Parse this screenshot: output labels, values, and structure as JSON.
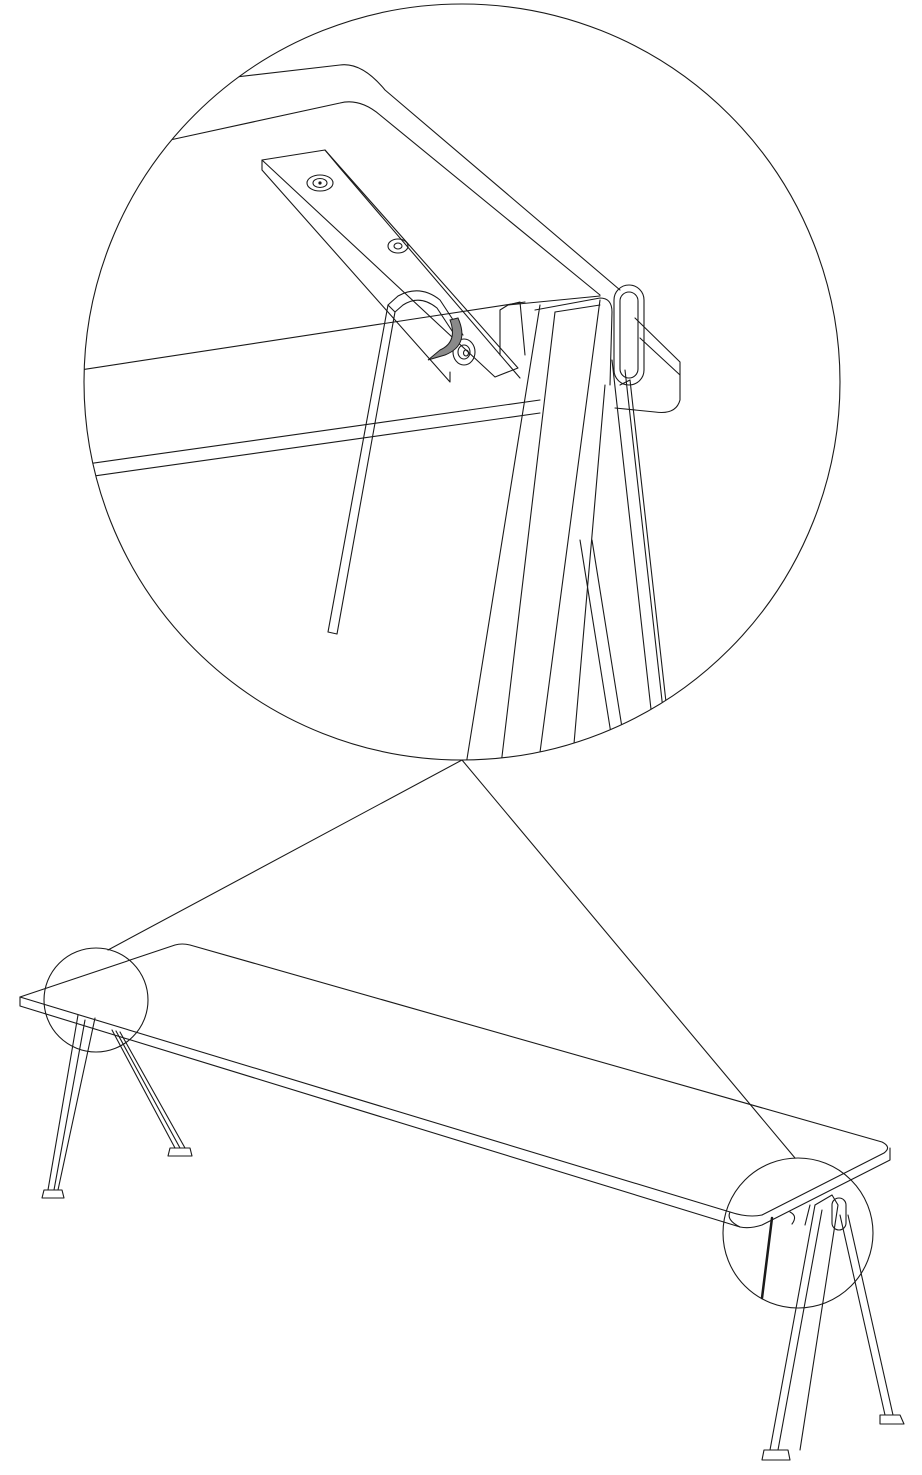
{
  "figure": {
    "kind": "assembly-instruction-line-drawing",
    "text_labels": [],
    "colors": {
      "background": "#ffffff",
      "line": "#1a1a1a",
      "tool_fill": "#8a8a8a"
    },
    "views": [
      {
        "name": "overview",
        "subject": "bench-or-table-with-four-splayed-legs"
      },
      {
        "name": "detail",
        "subject": "corner-bracket-with-hex-key-and-screws"
      }
    ],
    "callouts": [
      {
        "name": "left-corner-callout"
      },
      {
        "name": "right-corner-callout",
        "links_to": "detail"
      }
    ],
    "tool": "hex-key"
  }
}
